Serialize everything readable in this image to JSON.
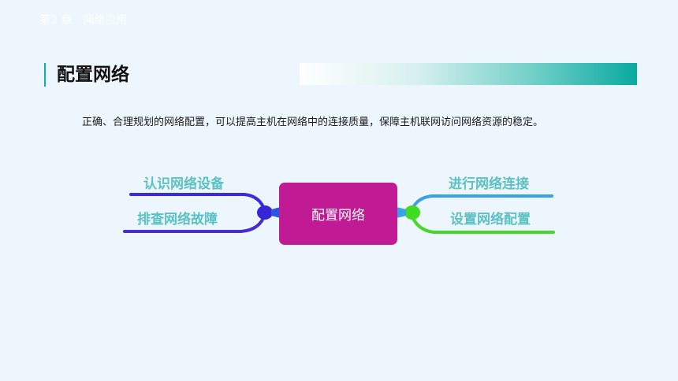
{
  "chapter": {
    "number": "第2 章",
    "name": "网络应用"
  },
  "title": "配置网络",
  "description": "正确、合理规划的网络配置，可以提高主机在网络中的连接质量，保障主机联网访问网络资源的稳定。",
  "mindmap": {
    "center": "配置网络",
    "left_branches": [
      "认识网络设备",
      "排查网络故障"
    ],
    "right_branches": [
      "进行网络连接",
      "设置网络配置"
    ]
  },
  "colors": {
    "accent": "#10b0a8",
    "center_box": "#c01a94",
    "branch_text": "#5cc1c4",
    "left_lines": "#3a2be0",
    "right_top_line": "#3aa0e8",
    "right_bottom_line": "#46d826"
  }
}
